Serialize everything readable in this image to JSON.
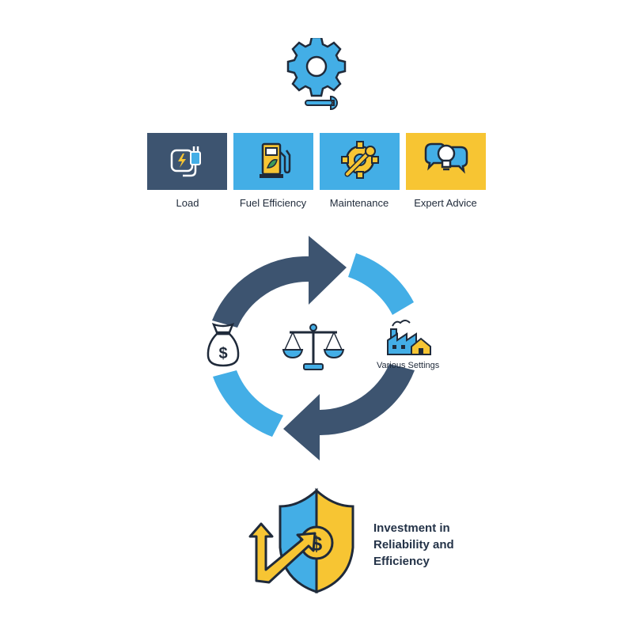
{
  "header": {
    "icon": "gear-wrench-icon"
  },
  "tiles": [
    {
      "label": "Load",
      "icon": "plug-icon",
      "bg": "#3d5470"
    },
    {
      "label": "Fuel Efficiency",
      "icon": "fuel-pump-icon",
      "bg": "#43aee6"
    },
    {
      "label": "Maintenance",
      "icon": "gear-wrench-icon",
      "bg": "#43aee6"
    },
    {
      "label": "Expert Advice",
      "icon": "lightbulb-chat-icon",
      "bg": "#f7c533"
    }
  ],
  "cycle": {
    "left": {
      "icon": "money-bag-icon"
    },
    "center": {
      "icon": "scale-icon"
    },
    "right": {
      "icon": "factory-house-icon",
      "label": "Various Settings"
    }
  },
  "investment": {
    "icon": "shield-dollar-icon",
    "lines": [
      "Investment in",
      "Reliability and",
      "Efficiency"
    ]
  },
  "colors": {
    "navy": "#3d5470",
    "blue": "#43aee6",
    "yellow": "#f7c533",
    "dark": "#1f2a3a"
  }
}
